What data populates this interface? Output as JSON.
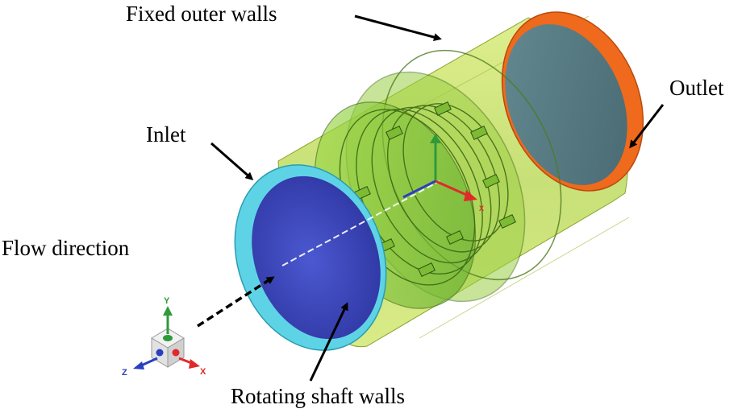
{
  "labels": {
    "fixed_outer_walls": "Fixed outer walls",
    "outlet": "Outlet",
    "inlet": "Inlet",
    "flow_direction": "Flow direction",
    "rotating_shaft_walls": "Rotating shaft walls"
  },
  "triad": {
    "x": "X",
    "y": "Y",
    "z": "Z"
  },
  "colors": {
    "outer_wall": "#c8e05a",
    "inlet_ring": "#5fd3e6",
    "inlet_face": "#3a3fbf",
    "outlet_ring": "#ef6a1c",
    "outlet_face": "#4f7b8a",
    "impeller": "#7fc23a",
    "axis_x": "#e02a2a",
    "axis_y": "#2f9a3a",
    "axis_z": "#2a3fbf"
  }
}
